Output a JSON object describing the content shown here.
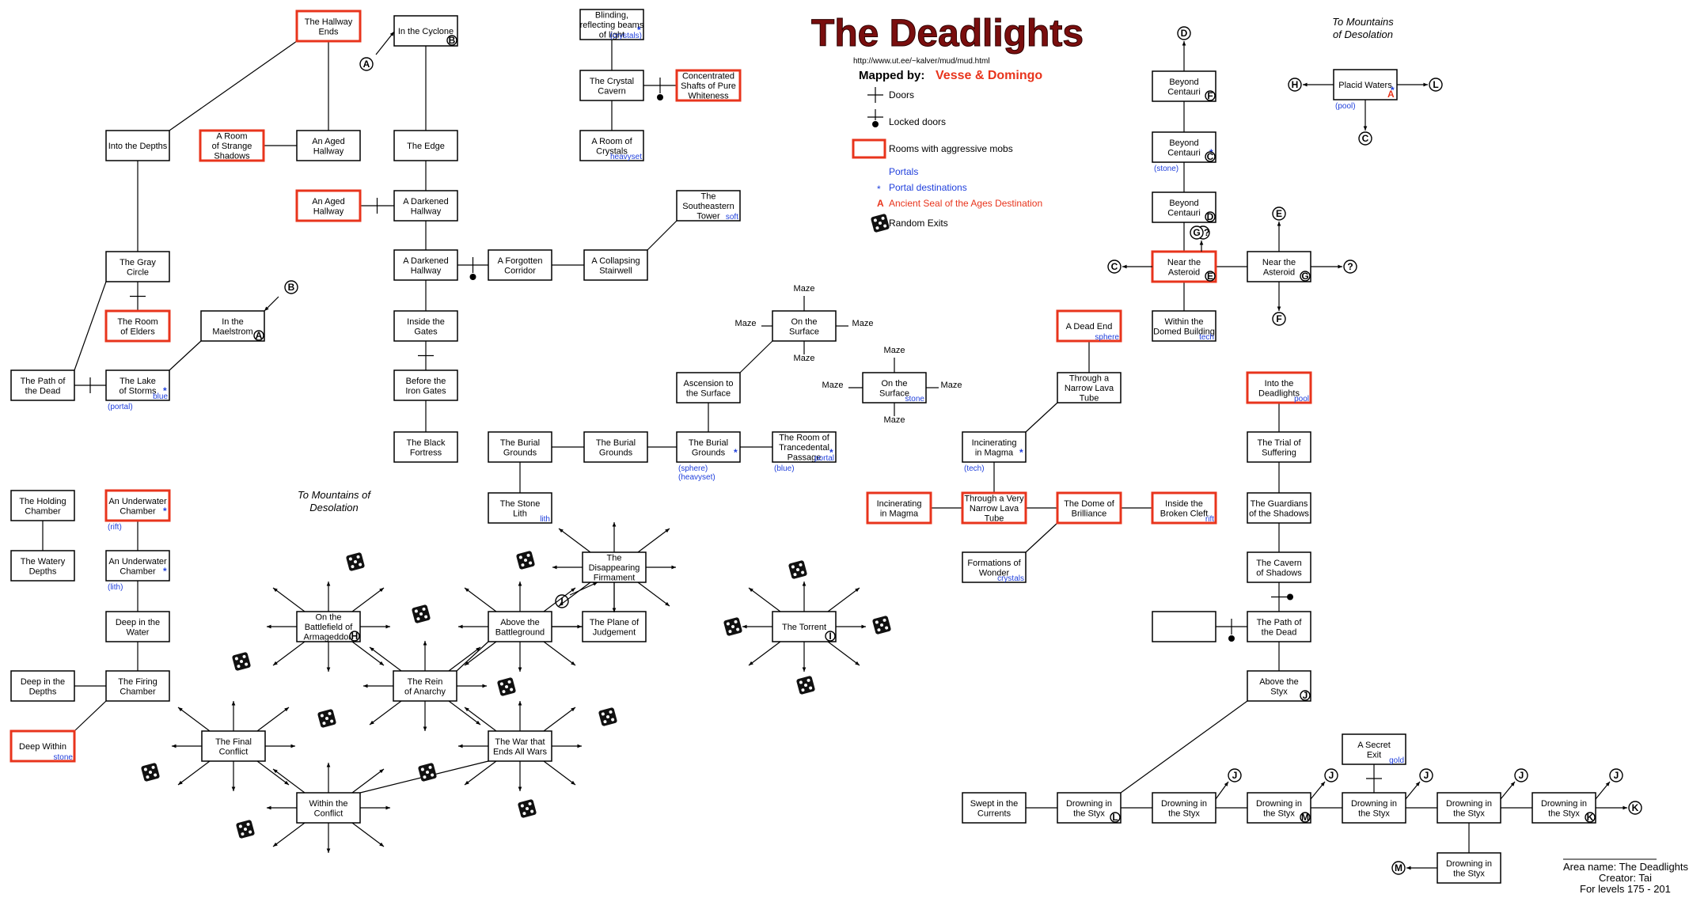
{
  "title": "The Deadlights",
  "url": "http://www.ut.ee/~kalver/mud/mud.html",
  "mapped_by_label": "Mapped by:",
  "mapped_by_names": "Vesse & Domingo",
  "legend": {
    "doors": "Doors",
    "locked_doors": "Locked doors",
    "aggressive": "Rooms with aggressive mobs",
    "portals": "Portals",
    "portal_dest": "Portal destinations",
    "seal_dest": "Ancient Seal of the Ages Destination",
    "random_exits": "Random Exits"
  },
  "notes": {
    "to_mountains_1": [
      "To Mountains",
      "of Desolation"
    ],
    "to_mountains_2": [
      "To Mountains of",
      "Desolation"
    ]
  },
  "area_info": {
    "name": "Area name: The Deadlights",
    "creator": "Creator: Tai",
    "levels": "For levels 175 - 201"
  },
  "colors": {
    "aggressive": "#e8341c",
    "portal": "#1f3fdc"
  },
  "maze_label": "Maze",
  "rooms": [
    {
      "id": "hallway_ends",
      "lines": [
        "The Hallway",
        "Ends"
      ],
      "aggr": true
    },
    {
      "id": "cyclone",
      "lines": [
        "In the Cyclone"
      ],
      "marker": "B"
    },
    {
      "id": "blinding",
      "lines": [
        "Blinding,",
        "reflecting beams",
        "of light"
      ],
      "star": true,
      "tag": "(crystals)"
    },
    {
      "id": "crystal_cavern",
      "lines": [
        "The Crystal",
        "Cavern"
      ]
    },
    {
      "id": "shafts",
      "lines": [
        "Concentrated",
        "Shafts of Pure",
        "Whiteness"
      ],
      "aggr": true
    },
    {
      "id": "room_crystals",
      "lines": [
        "A Room of",
        "Crystals"
      ],
      "tag": "heavyset"
    },
    {
      "id": "into_depths",
      "lines": [
        "Into the Depths"
      ]
    },
    {
      "id": "strange_shadows",
      "lines": [
        "A Room",
        "of Strange",
        "Shadows"
      ],
      "aggr": true
    },
    {
      "id": "aged_hallway1",
      "lines": [
        "An Aged",
        "Hallway"
      ]
    },
    {
      "id": "the_edge",
      "lines": [
        "The Edge"
      ]
    },
    {
      "id": "aged_hallway2",
      "lines": [
        "An Aged",
        "Hallway"
      ],
      "aggr": true
    },
    {
      "id": "darkened1",
      "lines": [
        "A Darkened",
        "Hallway"
      ]
    },
    {
      "id": "se_tower",
      "lines": [
        "The",
        "Southeastern",
        "Tower"
      ],
      "tag": "soft"
    },
    {
      "id": "darkened2",
      "lines": [
        "A Darkened",
        "Hallway"
      ]
    },
    {
      "id": "forgotten",
      "lines": [
        "A Forgotten",
        "Corridor"
      ]
    },
    {
      "id": "collapsing",
      "lines": [
        "A Collapsing",
        "Stairwell"
      ]
    },
    {
      "id": "gray_circle",
      "lines": [
        "The Gray",
        "Circle"
      ]
    },
    {
      "id": "room_elders",
      "lines": [
        "The Room",
        "of Elders"
      ],
      "aggr": true
    },
    {
      "id": "maelstrom",
      "lines": [
        "In the",
        "Maelstrom"
      ],
      "marker": "A"
    },
    {
      "id": "inside_gates",
      "lines": [
        "Inside the",
        "Gates"
      ]
    },
    {
      "id": "path_dead_w",
      "lines": [
        "The Path of",
        "the Dead"
      ]
    },
    {
      "id": "lake_storms",
      "lines": [
        "The Lake",
        "of Storms"
      ],
      "tag": "blue",
      "star": true,
      "tag2": "(portal)"
    },
    {
      "id": "before_iron",
      "lines": [
        "Before the",
        "Iron Gates"
      ]
    },
    {
      "id": "black_fortress",
      "lines": [
        "The Black",
        "Fortress"
      ]
    },
    {
      "id": "burial1",
      "lines": [
        "The Burial",
        "Grounds"
      ]
    },
    {
      "id": "burial2",
      "lines": [
        "The Burial",
        "Grounds"
      ]
    },
    {
      "id": "burial3",
      "lines": [
        "The Burial",
        "Grounds"
      ],
      "star": true,
      "tag2": "(sphere)",
      "tag3": "(heavyset)"
    },
    {
      "id": "trancedental",
      "lines": [
        "The Room of",
        "Trancedental",
        "Passage"
      ],
      "tag": "portal",
      "star": true,
      "tag2": "(blue)"
    },
    {
      "id": "ascension",
      "lines": [
        "Ascension to",
        "the Surface"
      ]
    },
    {
      "id": "surface1",
      "lines": [
        "On the",
        "Surface"
      ]
    },
    {
      "id": "surface2",
      "lines": [
        "On the",
        "Surface"
      ],
      "tag": "stone"
    },
    {
      "id": "stone_lith",
      "lines": [
        "The Stone",
        "Lith"
      ],
      "tag": "lith"
    },
    {
      "id": "holding",
      "lines": [
        "The Holding",
        "Chamber"
      ]
    },
    {
      "id": "underwater1",
      "lines": [
        "An Underwater",
        "Chamber"
      ],
      "aggr": true,
      "star": true,
      "tag2": "(rift)"
    },
    {
      "id": "watery",
      "lines": [
        "The Watery",
        "Depths"
      ]
    },
    {
      "id": "underwater2",
      "lines": [
        "An Underwater",
        "Chamber"
      ],
      "star": true,
      "tag2": "(lith)"
    },
    {
      "id": "deep_water",
      "lines": [
        "Deep in the",
        "Water"
      ]
    },
    {
      "id": "deep_depths",
      "lines": [
        "Deep in the",
        "Depths"
      ]
    },
    {
      "id": "firing",
      "lines": [
        "The Firing",
        "Chamber"
      ]
    },
    {
      "id": "deep_within",
      "lines": [
        "Deep Within"
      ],
      "aggr": true,
      "tag": "stone"
    },
    {
      "id": "disappearing",
      "lines": [
        "The",
        "Disappearing",
        "Firmament"
      ]
    },
    {
      "id": "battlefield",
      "lines": [
        "On the",
        "Battlefield of",
        "Armageddon"
      ],
      "marker": "H"
    },
    {
      "id": "above_battle",
      "lines": [
        "Above the",
        "Battleground"
      ]
    },
    {
      "id": "plane_judgement",
      "lines": [
        "The Plane of",
        "Judgement"
      ]
    },
    {
      "id": "torrent",
      "lines": [
        "The Torrent"
      ],
      "marker": "I"
    },
    {
      "id": "rein_anarchy",
      "lines": [
        "The Rein",
        "of Anarchy"
      ]
    },
    {
      "id": "final_conflict",
      "lines": [
        "The Final",
        "Conflict"
      ]
    },
    {
      "id": "war_ends",
      "lines": [
        "The War that",
        "Ends All Wars"
      ]
    },
    {
      "id": "within_conflict",
      "lines": [
        "Within the",
        "Conflict"
      ]
    },
    {
      "id": "beyond_f",
      "lines": [
        "Beyond",
        "Centauri"
      ],
      "marker": "F"
    },
    {
      "id": "beyond_c",
      "lines": [
        "Beyond",
        "Centauri"
      ],
      "marker": "C",
      "star": true,
      "tag2": "(stone)"
    },
    {
      "id": "beyond_d",
      "lines": [
        "Beyond",
        "Centauri"
      ],
      "marker": "D"
    },
    {
      "id": "placid",
      "lines": [
        "Placid Waters"
      ],
      "seal": true,
      "star": true,
      "tag2": "(pool)"
    },
    {
      "id": "near_asteroid1",
      "lines": [
        "Near the",
        "Asteroid"
      ],
      "aggr": true,
      "marker": "E"
    },
    {
      "id": "near_asteroid2",
      "lines": [
        "Near the",
        "Asteroid"
      ],
      "marker": "G"
    },
    {
      "id": "domed",
      "lines": [
        "Within the",
        "Domed Building"
      ],
      "tag": "tech"
    },
    {
      "id": "dead_end",
      "lines": [
        "A Dead End"
      ],
      "aggr": true,
      "tag": "sphere"
    },
    {
      "id": "narrow_lava",
      "lines": [
        "Through a",
        "Narrow Lava",
        "Tube"
      ]
    },
    {
      "id": "into_deadlights",
      "lines": [
        "Into the",
        "Deadlights"
      ],
      "aggr": true,
      "tag": "pool"
    },
    {
      "id": "trial",
      "lines": [
        "The Trial of",
        "Suffering"
      ]
    },
    {
      "id": "incin1",
      "lines": [
        "Incinerating",
        "in Magma"
      ],
      "star": true,
      "tag2": "(tech)"
    },
    {
      "id": "incin2",
      "lines": [
        "Incinerating",
        "in Magma"
      ],
      "aggr": true
    },
    {
      "id": "very_narrow",
      "lines": [
        "Through a Very",
        "Narrow Lava",
        "Tube"
      ],
      "aggr": true
    },
    {
      "id": "dome_brill",
      "lines": [
        "The Dome of",
        "Brilliance"
      ],
      "aggr": true
    },
    {
      "id": "broken_cleft",
      "lines": [
        "Inside the",
        "Broken Cleft"
      ],
      "aggr": true,
      "tag": "rift"
    },
    {
      "id": "guardians",
      "lines": [
        "The Guardians",
        "of the Shadows"
      ]
    },
    {
      "id": "formations",
      "lines": [
        "Formations of",
        "Wonder"
      ],
      "tag": "crystals"
    },
    {
      "id": "cavern_shadows",
      "lines": [
        "The Cavern",
        "of Shadows"
      ]
    },
    {
      "id": "blank_room",
      "lines": []
    },
    {
      "id": "path_dead_e",
      "lines": [
        "The Path of",
        "the Dead"
      ]
    },
    {
      "id": "above_styx",
      "lines": [
        "Above the",
        "Styx"
      ],
      "marker": "J"
    },
    {
      "id": "secret_exit",
      "lines": [
        "A Secret",
        "Exit"
      ],
      "tag": "gold"
    },
    {
      "id": "swept",
      "lines": [
        "Swept in the",
        "Currents"
      ]
    },
    {
      "id": "styx_l",
      "lines": [
        "Drowning in",
        "the Styx"
      ],
      "marker": "L"
    },
    {
      "id": "styx2",
      "lines": [
        "Drowning in",
        "the Styx"
      ]
    },
    {
      "id": "styx_m",
      "lines": [
        "Drowning in",
        "the Styx"
      ],
      "marker": "M"
    },
    {
      "id": "styx4",
      "lines": [
        "Drowning in",
        "the Styx"
      ]
    },
    {
      "id": "styx5",
      "lines": [
        "Drowning in",
        "the Styx"
      ]
    },
    {
      "id": "styx_k",
      "lines": [
        "Drowning in",
        "the Styx"
      ],
      "marker": "K"
    },
    {
      "id": "styx_bottom",
      "lines": [
        "Drowning in",
        "the Styx"
      ]
    }
  ],
  "circle_labels": [
    "A",
    "B",
    "C",
    "D",
    "E",
    "F",
    "G",
    "G?",
    "H",
    "I",
    "J",
    "K",
    "L",
    "M",
    "?"
  ]
}
